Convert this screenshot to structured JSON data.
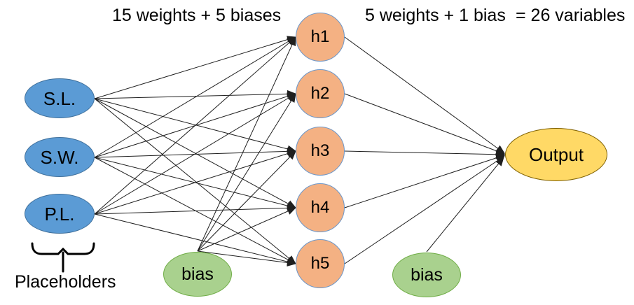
{
  "diagram": {
    "title": "neural-network-architecture",
    "annotations": {
      "hidden_layer_params": "15 weights + 5 biases",
      "output_layer_params": "5 weights + 1 bias",
      "total_variables": "= 26 variables"
    },
    "input_group_label": "Placeholders",
    "nodes": {
      "inputs": [
        {
          "label": "S.L."
        },
        {
          "label": "S.W."
        },
        {
          "label": "P.L."
        }
      ],
      "hidden": [
        {
          "label": "h1"
        },
        {
          "label": "h2"
        },
        {
          "label": "h3"
        },
        {
          "label": "h4"
        },
        {
          "label": "h5"
        }
      ],
      "bias_hidden": {
        "label": "bias"
      },
      "bias_output": {
        "label": "bias"
      },
      "output": {
        "label": "Output"
      }
    },
    "colors": {
      "input_fill": "#5B9BD5",
      "hidden_fill": "#F4B183",
      "hidden_border": "#6C96C8",
      "bias_fill": "#A9D18E",
      "bias_border": "#70AD47",
      "output_fill": "#FFD966",
      "output_border": "#7F6000",
      "edge": "#1f1f1f"
    },
    "edge_counts": {
      "input_to_hidden": 15,
      "bias_to_hidden": 5,
      "hidden_to_output": 5,
      "bias_to_output": 1
    }
  }
}
